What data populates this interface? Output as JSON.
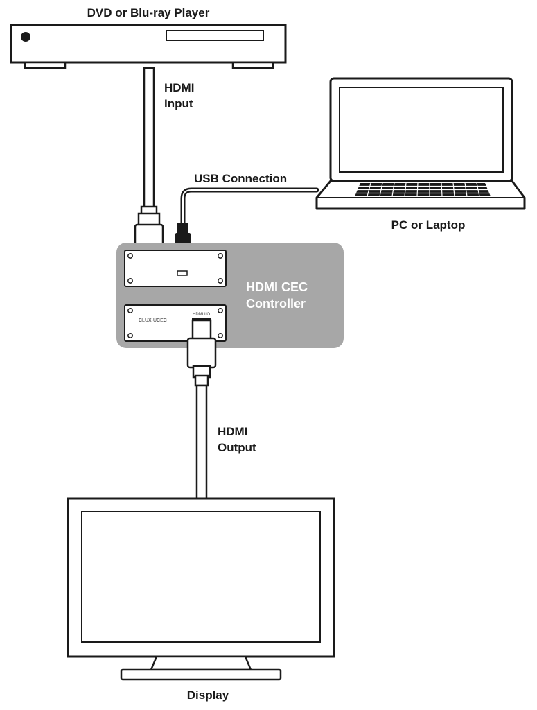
{
  "labels": {
    "dvd_player": "DVD or Blu-ray Player",
    "hdmi_input_1": "HDMI",
    "hdmi_input_2": "Input",
    "usb_connection": "USB Connection",
    "pc_laptop": "PC or Laptop",
    "controller_1": "HDMI CEC",
    "controller_2": "Controller",
    "hdmi_output_1": "HDMI",
    "hdmi_output_2": "Output",
    "display": "Display",
    "panel_model": "CLUX-UCEC",
    "panel_port": "HDMI I/O"
  },
  "colors": {
    "controller_body": "#a7a7a7",
    "outline": "#1a1a1a",
    "white": "#ffffff"
  }
}
